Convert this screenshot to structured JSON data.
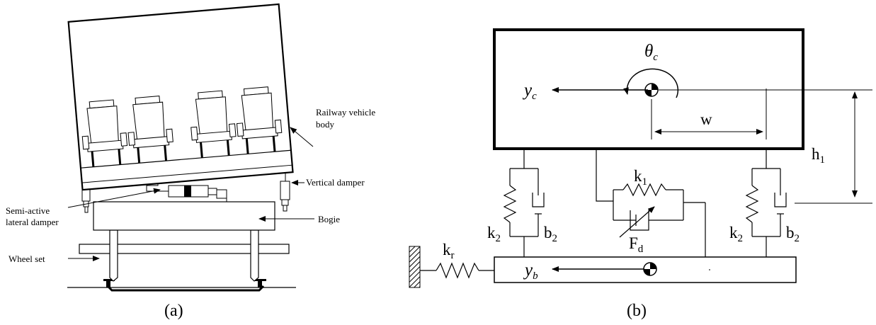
{
  "panel_a": {
    "caption": "(a)",
    "labels": {
      "body_line1": "Railway vehicle",
      "body_line2": "body",
      "vertical_damper": "Vertical damper",
      "lateral_line1": "Semi-active",
      "lateral_line2": "lateral damper",
      "bogie": "Bogie",
      "wheel_set": "Wheel set"
    }
  },
  "panel_b": {
    "caption": "(b)",
    "symbols": {
      "theta": "θ",
      "theta_sub": "c",
      "yc": "y",
      "yc_sub": "c",
      "yb": "y",
      "yb_sub": "b",
      "w": "w",
      "h1": "h",
      "h1_sub": "1",
      "k1": "k",
      "k1_sub": "1",
      "k2": "k",
      "k2_sub": "2",
      "b2": "b",
      "b2_sub": "2",
      "fd": "F",
      "fd_sub": "d",
      "kr": "k",
      "kr_sub": "r"
    }
  }
}
